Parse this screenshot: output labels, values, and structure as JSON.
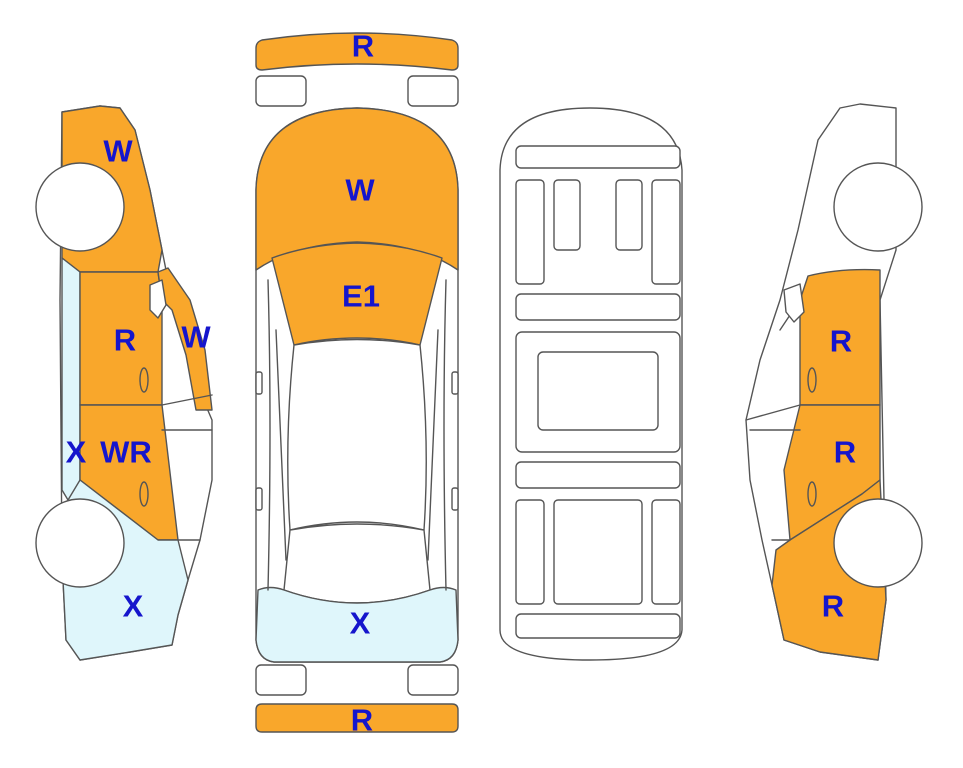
{
  "colors": {
    "damage": "#F9A72B",
    "damage_light": "#DFF6FB",
    "outline": "#555555",
    "code_text": "#1515CC"
  },
  "codes": {
    "front_bumper": "R",
    "rear_bumper": "R",
    "hood": "W",
    "roof_front": "E1",
    "rear_panel": "X",
    "left_front_fender": "W",
    "left_front_door": "R",
    "left_a_pillar": "W",
    "left_sill": "X",
    "left_rear_door": "WR",
    "left_quarter": "X",
    "right_front_door": "R",
    "right_rear_door": "R",
    "right_quarter": "R"
  }
}
